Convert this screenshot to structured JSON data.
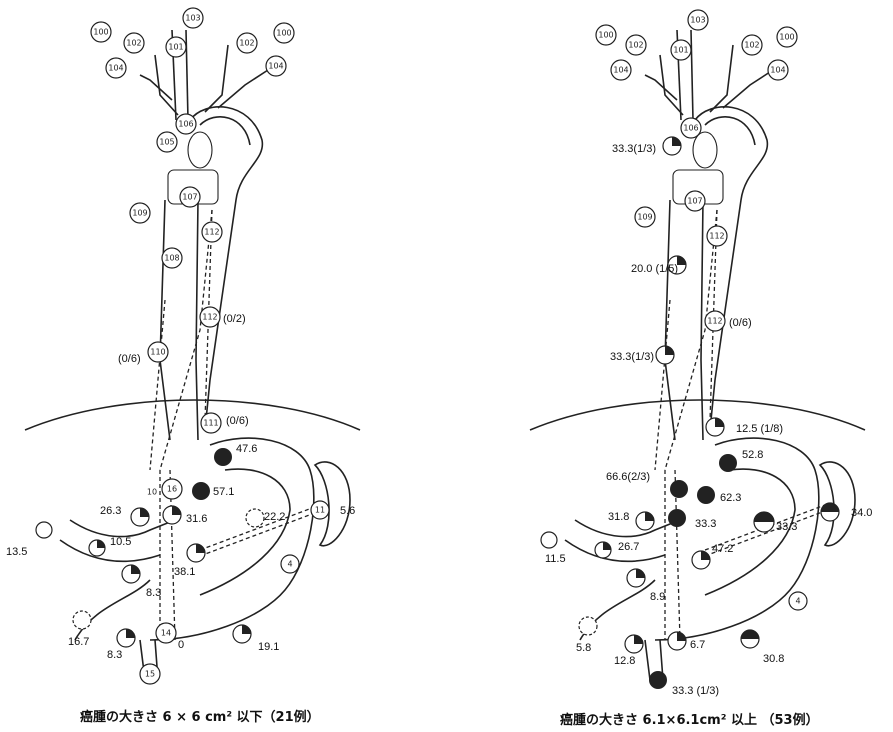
{
  "left_diagram": {
    "caption": "癌腫の大きさ 6 × 6 cm² 以下（21例）",
    "nodes": {
      "n100a": "100",
      "n100b": "100",
      "n102a": "102",
      "n102b": "102",
      "n101": "101",
      "n103": "103",
      "n104a": "104",
      "n104b": "104",
      "n105": "105",
      "n106": "106",
      "n107": "107",
      "n108": "108",
      "n109": "109",
      "n110": "110",
      "n111": "111",
      "n112a": "112",
      "n112b": "112",
      "n10": "10",
      "n16": "16",
      "n11": "11",
      "n4": "4",
      "n14": "14",
      "n15": "15"
    },
    "values": {
      "v0_6a": "(0/6)",
      "v0_2": "(0/2)",
      "v0_6b": "(0/6)",
      "v47_6": "47.6",
      "v57_1": "57.1",
      "v26_3": "26.3",
      "v31_6": "31.6",
      "v22_2": "22.2",
      "v5_6": "5.6",
      "v13_5": "13.5",
      "v10_5": "10.5",
      "v38_1": "38.1",
      "v8_3a": "8.3",
      "v16_7": "16.7",
      "v8_3b": "8.3",
      "v0": "0",
      "v19_1": "19.1"
    }
  },
  "right_diagram": {
    "caption": "癌腫の大きさ 6.1×6.1cm² 以上 （53例）",
    "nodes": {
      "n100a": "100",
      "n100b": "100",
      "n102a": "102",
      "n102b": "102",
      "n101": "101",
      "n103": "103",
      "n104a": "104",
      "n104b": "104",
      "n106": "106",
      "n107": "107",
      "n109": "109",
      "n112a": "112",
      "n112b": "112",
      "n4": "4"
    },
    "values": {
      "v33_3a": "33.3(1/3)",
      "v20_0": "20.0 (1/5)",
      "v0_6": "(0/6)",
      "v33_3b": "33.3(1/3)",
      "v12_5": "12.5 (1/8)",
      "v52_8": "52.8",
      "v66_6": "66.6(2/3)",
      "v62_3": "62.3",
      "v31_8": "31.8",
      "v33_3c": "33.3",
      "v33_3d": "33.3",
      "v34_0": "34.0",
      "v11_5": "11.5",
      "v26_7": "26.7",
      "v47_2": "47.2",
      "v8_9": "8.9",
      "v5_8": "5.8",
      "v12_8": "12.8",
      "v6_7": "6.7",
      "v30_8": "30.8",
      "v33_3e": "33.3 (1/3)"
    }
  }
}
